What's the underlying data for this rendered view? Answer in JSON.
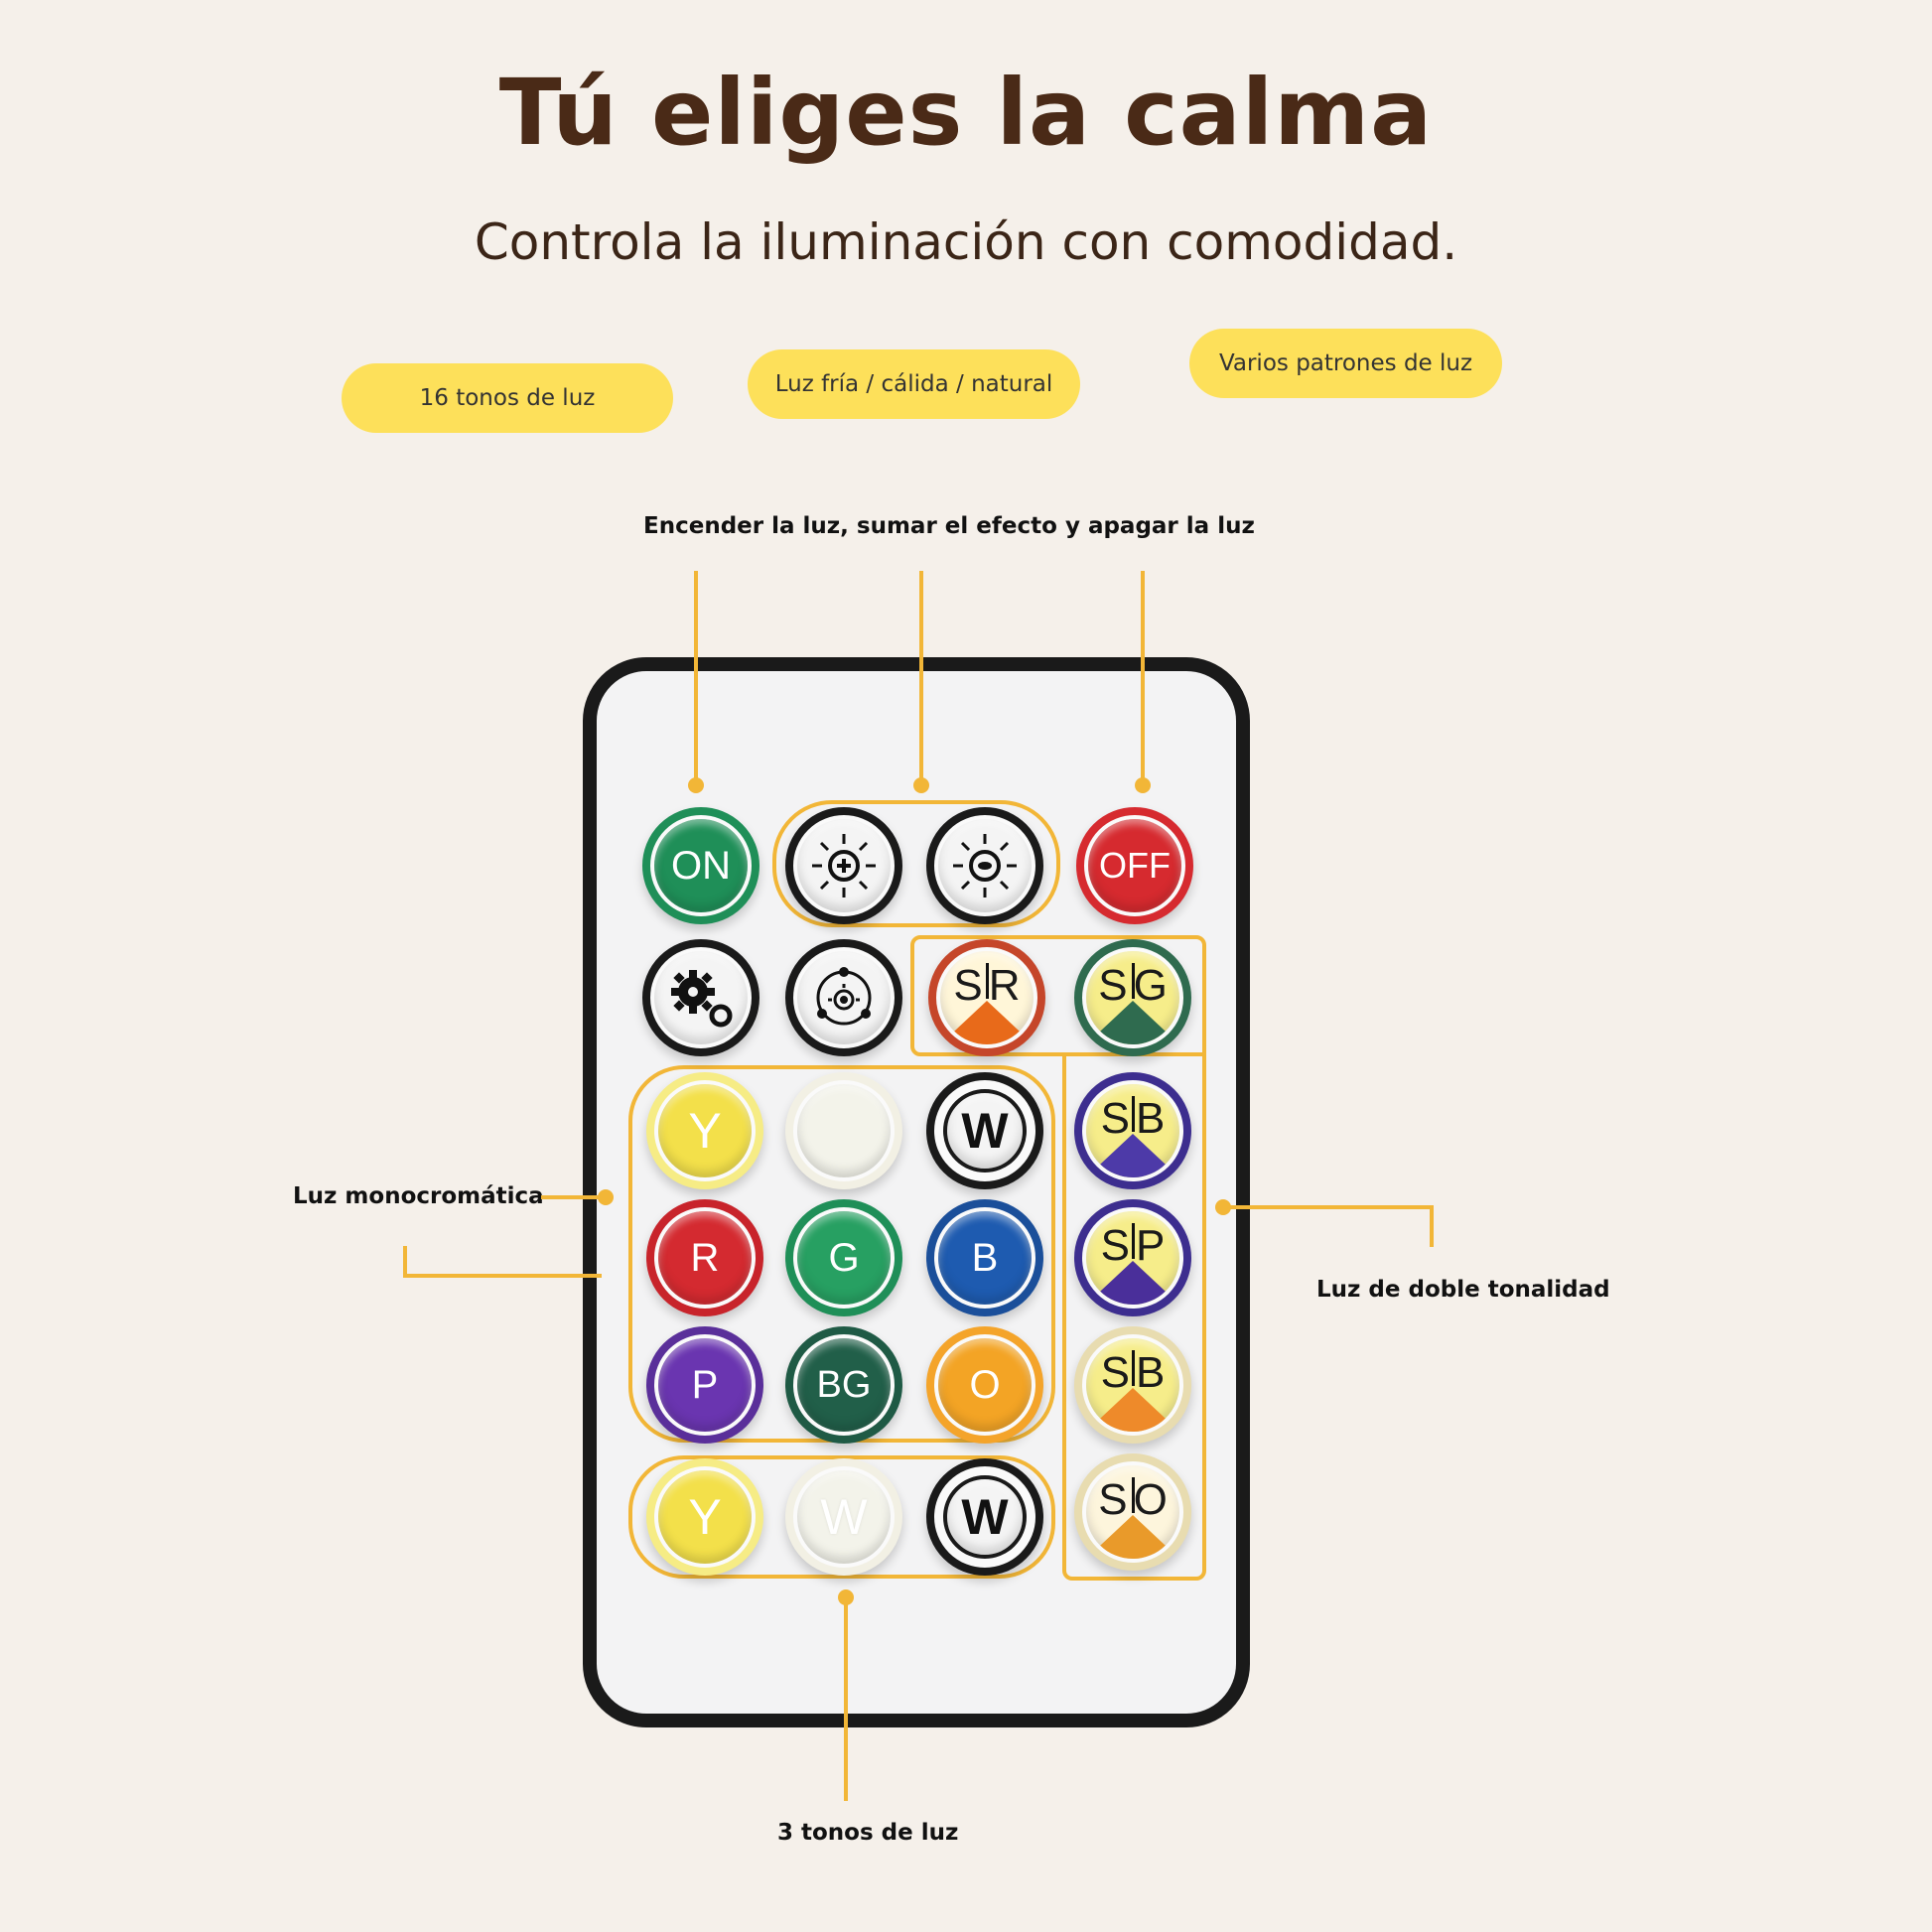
{
  "header": {
    "title": "Tú eliges la calma",
    "subtitle": "Controla la iluminación con comodidad."
  },
  "features": [
    {
      "label": "16 tonos de luz"
    },
    {
      "label": "Luz fría / cálida / natural"
    },
    {
      "label": "Varios patrones de luz"
    }
  ],
  "callouts": {
    "top": "Encender la luz, sumar el efecto y apagar la luz",
    "left": "Luz monocromática",
    "right": "Luz de doble tonalidad",
    "bottom": "3 tonos de luz"
  },
  "remote": {
    "on_label": "ON",
    "off_label": "OFF",
    "color_keys": [
      "Y",
      "W",
      "R",
      "G",
      "B",
      "P",
      "BG",
      "O"
    ],
    "tone_keys": [
      "Y",
      "W",
      "W"
    ],
    "dual_keys": [
      {
        "letters": "SR",
        "color": "#e86a1a"
      },
      {
        "letters": "SG",
        "color": "#2f6b4f"
      },
      {
        "letters": "SB",
        "color": "#4d3aa8"
      },
      {
        "letters": "SP",
        "color": "#4a2f9a"
      },
      {
        "letters": "SB",
        "color": "#ee8a2a"
      },
      {
        "letters": "SO",
        "color": "#e99a2a"
      }
    ]
  },
  "colors": {
    "accent": "#f2b637",
    "pill": "#fde05a",
    "title": "#4a2a17"
  }
}
